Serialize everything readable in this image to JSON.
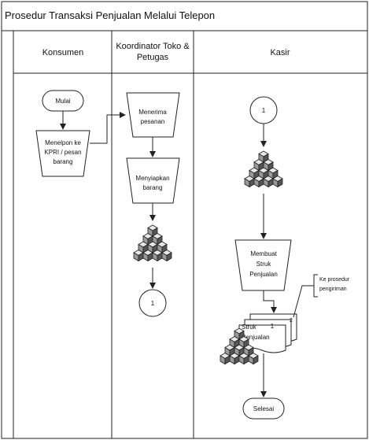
{
  "title": "Prosedur Transaksi Penjualan Melalui Telepon",
  "lanes": {
    "konsumen": "Konsumen",
    "koordinator_line1": "Koordinator Toko &",
    "koordinator_line2": "Petugas",
    "kasir": "Kasir"
  },
  "nodes": {
    "mulai": "Mulai",
    "menelpon_1": "Menelpon ke",
    "menelpon_2": "KPRI / pesan",
    "menelpon_3": "barang",
    "menerima_1": "Menerima",
    "menerima_2": "pesanan",
    "menyiapkan_1": "Menyiapkan",
    "menyiapkan_2": "barang",
    "connector_out": "1",
    "connector_in": "1",
    "membuat_1": "Membuat",
    "membuat_2": "Struk",
    "membuat_3": "Penjualan",
    "struk_1": "Struk",
    "struk_2": "Penjualan",
    "struk_copy1": "1",
    "struk_copy2": "2",
    "note_1": "Ke prosedur",
    "note_2": "pengiriman",
    "selesai": "Selesai"
  },
  "colors": {
    "line": "#222222",
    "background": "#ffffff"
  },
  "icons": {
    "storage": "stacked-cubes-icon"
  }
}
